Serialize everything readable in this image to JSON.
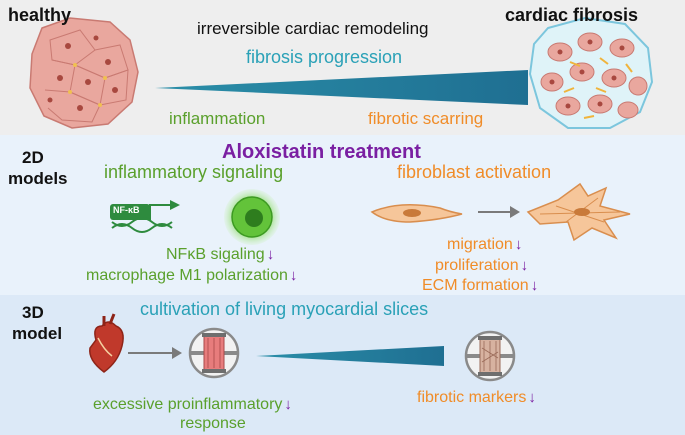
{
  "top": {
    "healthy": "healthy",
    "cardiac_fibrosis": "cardiac fibrosis",
    "title": "irreversible cardiac remodeling",
    "progression": "fibrosis progression",
    "inflammation": "inflammation",
    "scarring": "fibrotic scarring"
  },
  "mid": {
    "section_label_line1": "2D",
    "section_label_line2": "models",
    "treatment": "Aloxistatin treatment",
    "inflammatory": "inflammatory signaling",
    "activation": "fibroblast activation",
    "nfkb_badge": "NF-κB",
    "nfkb_signaling": "NFκB sigaling",
    "macrophage": "macrophage M1 polarization",
    "migration": "migration",
    "proliferation": "proliferation",
    "ecm": "ECM formation"
  },
  "bot": {
    "section_label_line1": "3D",
    "section_label_line2": "model",
    "cultivation": "cultivation of living myocardial slices",
    "excessive_line1": "excessive proinflammatory",
    "excessive_line2": "response",
    "fibrotic_markers": "fibrotic markers"
  },
  "arrow_symbol": "↓",
  "colors": {
    "green": "#5aa02c",
    "orange": "#f08c28",
    "teal": "#2aa1b7",
    "purple": "#7a1fa2"
  }
}
